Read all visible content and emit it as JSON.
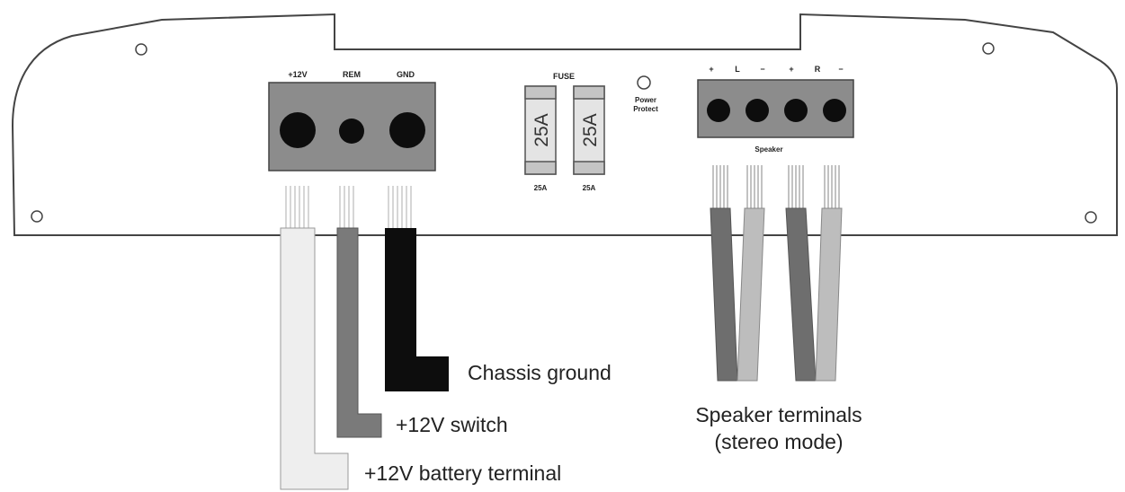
{
  "power_terminal": {
    "labels": [
      "+12V",
      "REM",
      "GND"
    ]
  },
  "fuse": {
    "title": "FUSE",
    "ratings": [
      "25A",
      "25A"
    ],
    "captions": [
      "25A",
      "25A"
    ]
  },
  "power_protect": {
    "line1": "Power",
    "line2": "Protect"
  },
  "speaker_terminal": {
    "labels": [
      "+",
      "L",
      "−",
      "+",
      "R",
      "−"
    ],
    "caption": "Speaker"
  },
  "callouts": {
    "chassis_ground": "Chassis ground",
    "switch_12v": "+12V switch",
    "battery_12v": "+12V battery terminal",
    "speaker_line1": "Speaker terminals",
    "speaker_line2": "(stereo mode)"
  },
  "colors": {
    "outline": "#444444",
    "terminal_block": "#8c8c8c",
    "battery_wire": "#eeeeee",
    "switch_wire": "#7a7a7a",
    "ground_wire": "#0d0d0d",
    "speaker_dark": "#6e6e6e",
    "speaker_light": "#bdbdbd"
  }
}
